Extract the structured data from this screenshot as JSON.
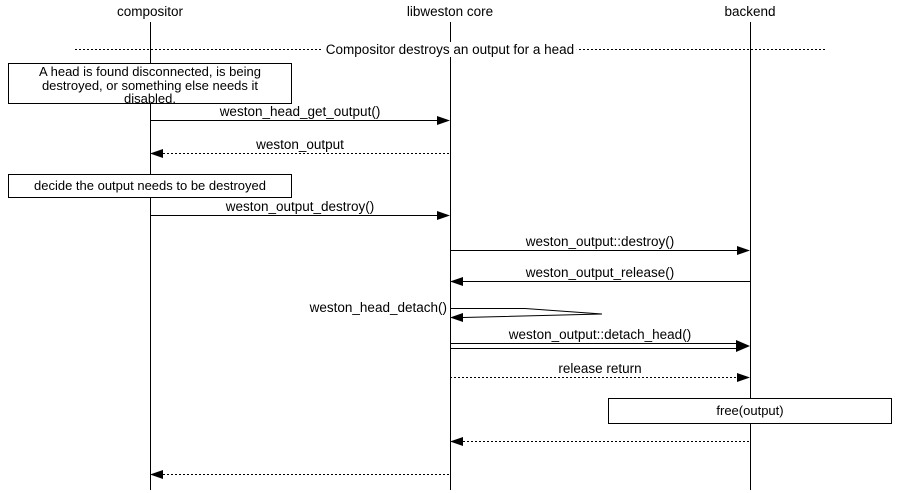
{
  "diagram": {
    "title_context": "sequence diagram",
    "participants": [
      {
        "label": "compositor"
      },
      {
        "label": "libweston core"
      },
      {
        "label": "backend"
      }
    ],
    "divider": {
      "label": "Compositor destroys an output for a head"
    },
    "notes": {
      "head_disconnected": "A head is found disconnected, is being\ndestroyed, or something else needs it\ndisabled.",
      "decide_destroy": "decide the output needs to be destroyed",
      "free_output": "free(output)"
    },
    "messages": {
      "head_get_output": "weston_head_get_output()",
      "weston_output_return": "weston_output",
      "output_destroy": "weston_output_destroy()",
      "output_destroy_vfunc": "weston_output::destroy()",
      "output_release": "weston_output_release()",
      "head_detach": "weston_head_detach()",
      "detach_head_vfunc": "weston_output::detach_head()",
      "release_return": "release return"
    },
    "colors": {
      "line": "#000000",
      "background": "#ffffff"
    }
  }
}
